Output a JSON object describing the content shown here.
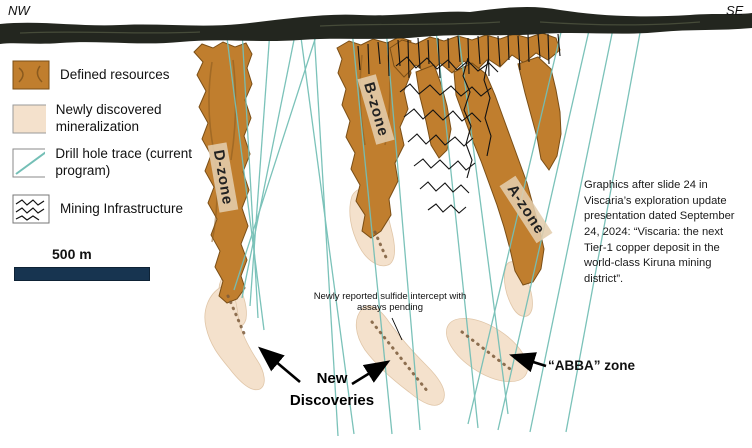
{
  "orientation": {
    "nw": "NW",
    "se": "SE"
  },
  "legend": {
    "items": [
      {
        "id": "defined-resources",
        "label": "Defined resources"
      },
      {
        "id": "new-mineralization",
        "label": "Newly discovered mineralization"
      },
      {
        "id": "drill-trace",
        "label": "Drill hole trace (current program)"
      },
      {
        "id": "infrastructure",
        "label": "Mining Infrastructure"
      }
    ]
  },
  "scale": {
    "label": "500 m"
  },
  "zones": {
    "d": "D-zone",
    "b": "B-zone",
    "a": "A-zone",
    "abba": "“ABBA” zone"
  },
  "annotations": {
    "sulfide_note": "Newly reported sulfide intercept with assays pending",
    "new_discoveries": "New Discoveries"
  },
  "caption": "Graphics after slide 24 in Viscaria’s exploration update presentation dated September 24, 2024: “Viscaria: the next Tier-1 copper deposit in the world-class Kiruna mining district”.",
  "colors": {
    "defined_resources": "#c07e2e",
    "newly_discovered": "#f4e1cc",
    "drill_trace": "#74bfb6",
    "infrastructure": "#111111",
    "scale_bar": "#173450",
    "label_background": "#e3cdad"
  }
}
